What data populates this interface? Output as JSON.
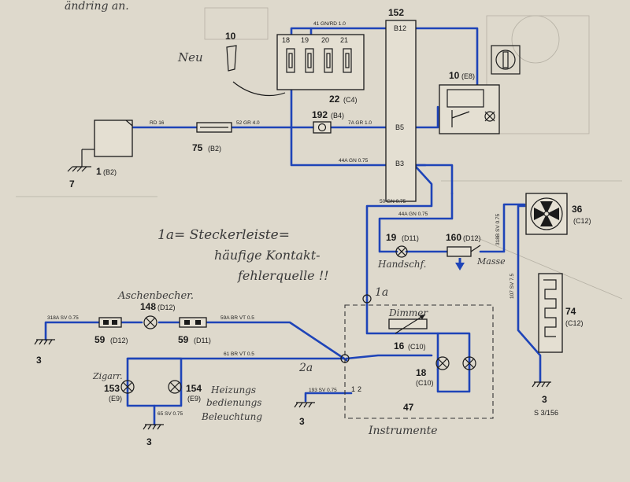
{
  "components": {
    "battery": {
      "num": "1",
      "code": "(B2)"
    },
    "fuse_75": {
      "num": "75",
      "code": "(B2)"
    },
    "part_192": {
      "num": "192",
      "code": "(B4)"
    },
    "connector_152": {
      "num": "152",
      "pins": [
        "B12",
        "B5",
        "B3"
      ]
    },
    "fuse_box": {
      "num": "22",
      "code": "(C4)",
      "fuses": [
        "18",
        "19",
        "20",
        "21"
      ]
    },
    "switch_10": {
      "num": "10",
      "code": "(E8)"
    },
    "fan_36": {
      "num": "36",
      "code": "(C12)"
    },
    "lamp_19": {
      "num": "19",
      "code": "(D11)"
    },
    "switch_160": {
      "num": "160",
      "code": "(D12)"
    },
    "heater_74": {
      "num": "74",
      "code": "(C12)"
    },
    "connector_59_d12": {
      "num": "59",
      "code": "(D12)"
    },
    "lamp_148": {
      "num": "148",
      "code": "(D12)"
    },
    "connector_59_d11": {
      "num": "59",
      "code": "(D11)"
    },
    "dimmer_16": {
      "num": "16",
      "code": "(C10)"
    },
    "lamp_18": {
      "num": "18",
      "code": "(C10)"
    },
    "lamp_153": {
      "num": "153",
      "code": "(E9)"
    },
    "lamp_154": {
      "num": "154",
      "code": "(E9)"
    },
    "instruments_47": {
      "num": "47"
    },
    "item_10_small": {
      "num": "10"
    }
  },
  "grounds": {
    "g7": "7",
    "g3_left": "3",
    "g3_bottom": "3",
    "g3_mid": "3",
    "g3_right": "3",
    "ref": "S 3/156"
  },
  "wire_labels": {
    "w_41": "41 GN/RD 1.0",
    "w_rd16": "RD 16",
    "w_52": "52 GR 4.0",
    "w_7a": "7A GR 1.0",
    "w_44a_top": "44A GN 0.75",
    "w_50": "50 GN 0.75",
    "w_44a_mid": "44A GN 0.75",
    "w_318b": "318B SV 0.75",
    "w_107": "107 SV 7.5",
    "w_318a": "318A SV 0.75",
    "w_59a": "59A BR VT 0.5",
    "w_61": "61 BR VT 0.5",
    "w_65": "65 SV 0.75",
    "w_193": "193 SV 0.75"
  },
  "pin_numbers": {
    "p1": "1",
    "p2": "2"
  },
  "handwriting": {
    "top": "ändring an.",
    "neu": "Neu",
    "note_line1": "1a= Steckerleiste=",
    "note_line2": "häufige Kontakt-",
    "note_line3": "fehlerquelle !!",
    "marker_1a": "1a",
    "marker_2a": "2a",
    "aschenbecher": "Aschenbecher.",
    "dimmer": "Dimmer",
    "handschf": "Handschf.",
    "masse": "Masse",
    "zigarr": "Zigarr.",
    "heiz_line1": "Heizungs",
    "heiz_line2": "bedienungs",
    "heiz_line3": "Beleuchtung",
    "instrumente": "Instrumente"
  },
  "colors": {
    "wire": "#1e44b8",
    "paper": "#ded9cc",
    "ink": "#1a1a1a"
  }
}
